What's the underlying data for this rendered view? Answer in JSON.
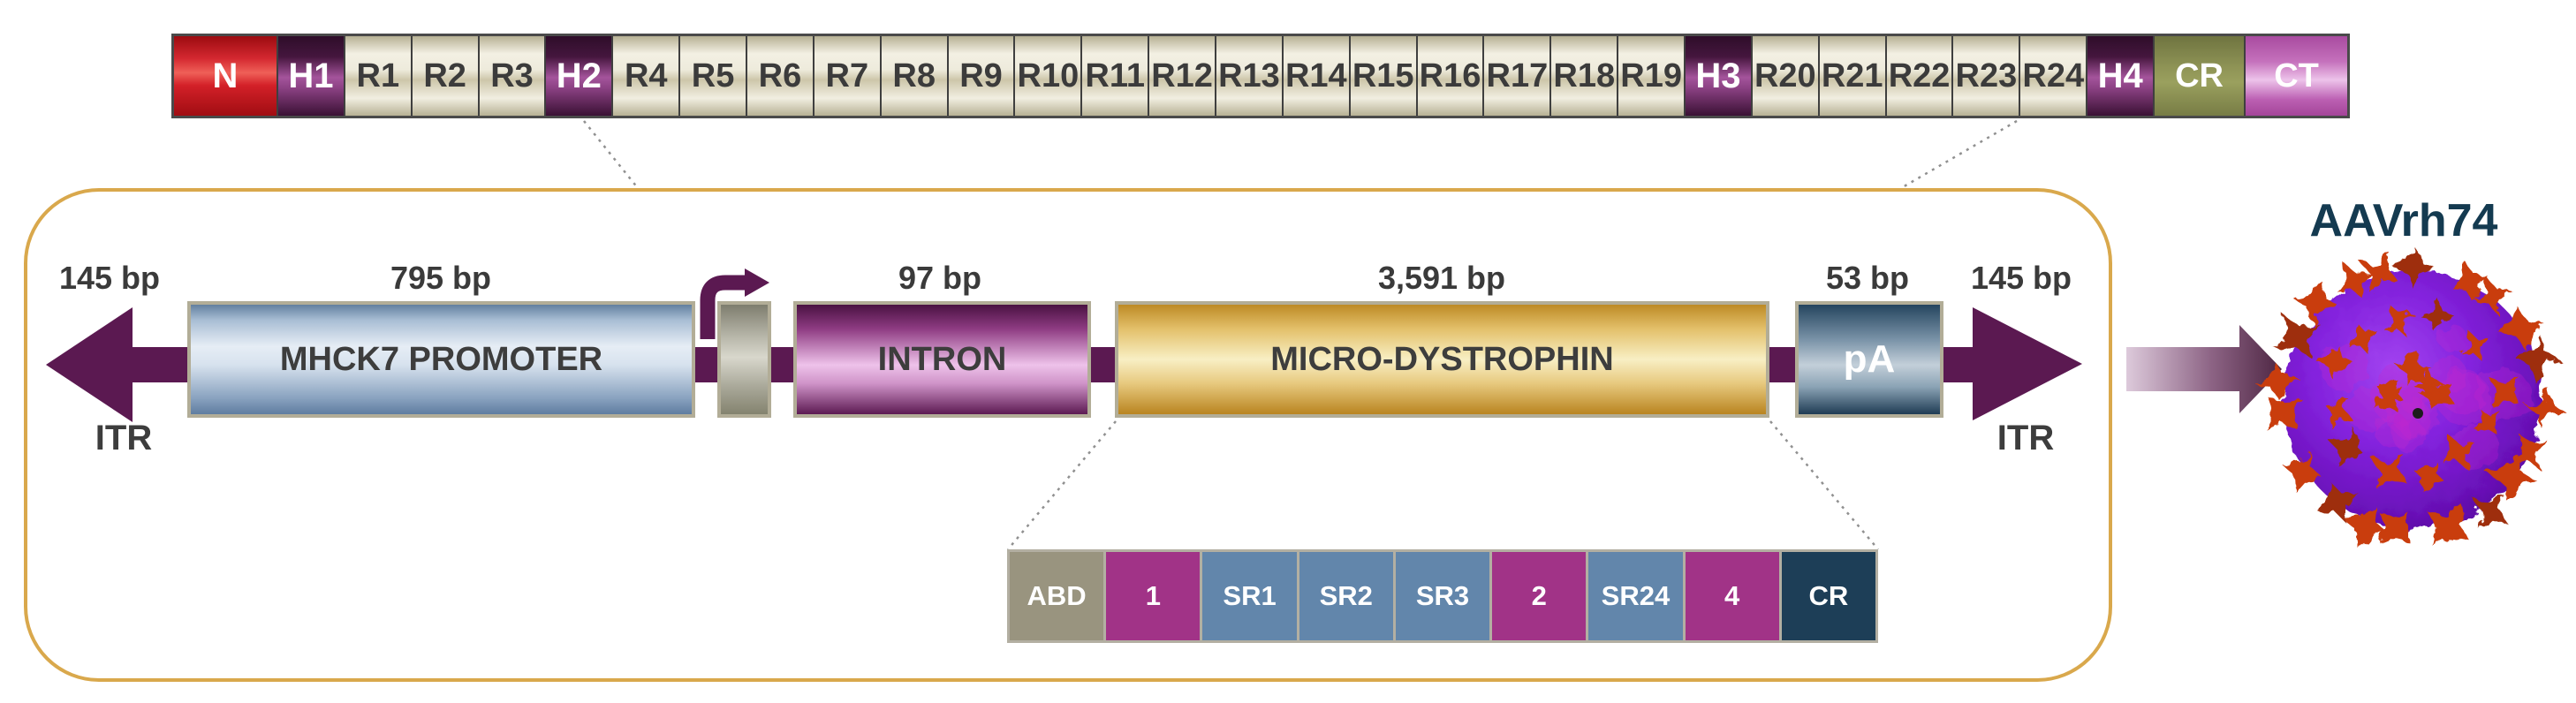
{
  "colors": {
    "itr_arrow": "#5b1951",
    "frame_border": "#d9a84c",
    "dotted_line": "#909090",
    "aav_label": "#143a50",
    "capsid_body": "#7d1fd8",
    "capsid_spikes": "#c93c10"
  },
  "dystrophin_bar": {
    "segments": [
      {
        "label": "N",
        "type": "nterm"
      },
      {
        "label": "H1",
        "type": "hinge"
      },
      {
        "label": "R1",
        "type": "repeat"
      },
      {
        "label": "R2",
        "type": "repeat"
      },
      {
        "label": "R3",
        "type": "repeat"
      },
      {
        "label": "H2",
        "type": "hinge"
      },
      {
        "label": "R4",
        "type": "repeat"
      },
      {
        "label": "R5",
        "type": "repeat"
      },
      {
        "label": "R6",
        "type": "repeat"
      },
      {
        "label": "R7",
        "type": "repeat"
      },
      {
        "label": "R8",
        "type": "repeat"
      },
      {
        "label": "R9",
        "type": "repeat"
      },
      {
        "label": "R10",
        "type": "repeat"
      },
      {
        "label": "R11",
        "type": "repeat"
      },
      {
        "label": "R12",
        "type": "repeat"
      },
      {
        "label": "R13",
        "type": "repeat"
      },
      {
        "label": "R14",
        "type": "repeat"
      },
      {
        "label": "R15",
        "type": "repeat"
      },
      {
        "label": "R16",
        "type": "repeat"
      },
      {
        "label": "R17",
        "type": "repeat"
      },
      {
        "label": "R18",
        "type": "repeat"
      },
      {
        "label": "R19",
        "type": "repeat"
      },
      {
        "label": "H3",
        "type": "hinge"
      },
      {
        "label": "R20",
        "type": "repeat"
      },
      {
        "label": "R21",
        "type": "repeat"
      },
      {
        "label": "R22",
        "type": "repeat"
      },
      {
        "label": "R23",
        "type": "repeat"
      },
      {
        "label": "R24",
        "type": "repeat"
      },
      {
        "label": "H4",
        "type": "hinge"
      },
      {
        "label": "CR",
        "type": "cr"
      },
      {
        "label": "CT",
        "type": "ct"
      }
    ]
  },
  "cassette": {
    "left_itr": {
      "size_label": "145 bp",
      "name_label": "ITR"
    },
    "promoter": {
      "size_label": "795 bp",
      "name_label": "MHCK7 PROMOTER"
    },
    "intron": {
      "size_label": "97 bp",
      "name_label": "INTRON"
    },
    "transgene": {
      "size_label": "3,591 bp",
      "name_label": "MICRO-DYSTROPHIN"
    },
    "polya": {
      "size_label": "53 bp",
      "name_label": "pA"
    },
    "right_itr": {
      "size_label": "145 bp",
      "name_label": "ITR"
    }
  },
  "micro_domains": {
    "segments": [
      {
        "label": "ABD",
        "type": "abd"
      },
      {
        "label": "1",
        "type": "hinge"
      },
      {
        "label": "SR1",
        "type": "repeat"
      },
      {
        "label": "SR2",
        "type": "repeat"
      },
      {
        "label": "SR3",
        "type": "repeat"
      },
      {
        "label": "2",
        "type": "hinge"
      },
      {
        "label": "SR24",
        "type": "repeat"
      },
      {
        "label": "4",
        "type": "hinge"
      },
      {
        "label": "CR",
        "type": "cr"
      }
    ]
  },
  "vector": {
    "label": "AAVrh74"
  }
}
